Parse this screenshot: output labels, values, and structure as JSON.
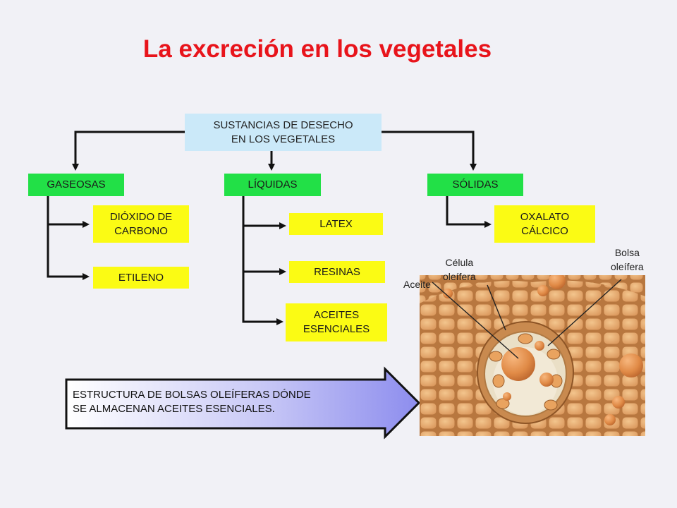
{
  "title": "La excreción en los vegetales",
  "root": {
    "line1": "SUSTANCIAS DE DESECHO",
    "line2": "EN LOS VEGETALES"
  },
  "categories": {
    "gaseosas": "GASEOSAS",
    "liquidas": "LÍQUIDAS",
    "solidas": "SÓLIDAS"
  },
  "gaseosas_items": {
    "dioxido_1": "DIÓXIDO DE",
    "dioxido_2": "CARBONO",
    "etileno": "ETILENO"
  },
  "liquidas_items": {
    "latex": "LATEX",
    "resinas": "RESINAS",
    "aceites_1": "ACEITES",
    "aceites_2": "ESENCIALES"
  },
  "solidas_items": {
    "oxalato_1": "OXALATO",
    "oxalato_2": "CÁLCICO"
  },
  "callout": {
    "line1": "ESTRUCTURA DE BOLSAS OLEÍFERAS DÓNDE",
    "line2": "SE ALMACENAN ACEITES ESENCIALES."
  },
  "photo_labels": {
    "aceite": "Aceite",
    "celula_1": "Célula",
    "celula_2": "oleífera",
    "bolsa_1": "Bolsa",
    "bolsa_2": "oleífera"
  }
}
